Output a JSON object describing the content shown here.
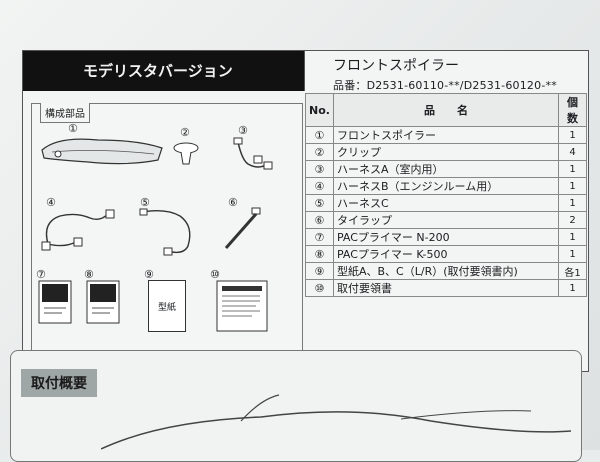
{
  "section_left": "モデリスタバージョン",
  "product": {
    "name": "フロントスポイラー",
    "part_number": "品番：D2531-60110-**/D2531-60120-**"
  },
  "parts_box_label": "構成部品",
  "parts_numbers": [
    "①",
    "②",
    "③",
    "④",
    "⑤",
    "⑥",
    "⑦",
    "⑧",
    "⑨",
    "⑩"
  ],
  "paper_item_label": "型紙",
  "table": {
    "headers": [
      "No.",
      "品　　名",
      "個数"
    ],
    "rows": [
      {
        "no": "①",
        "name": "フロントスポイラー",
        "qty": "1"
      },
      {
        "no": "②",
        "name": "クリップ",
        "qty": "4"
      },
      {
        "no": "③",
        "name": "ハーネスA（室内用）",
        "qty": "1"
      },
      {
        "no": "④",
        "name": "ハーネスB（エンジンルーム用）",
        "qty": "1"
      },
      {
        "no": "⑤",
        "name": "ハーネスC",
        "qty": "1"
      },
      {
        "no": "⑥",
        "name": "タイラップ",
        "qty": "2"
      },
      {
        "no": "⑦",
        "name": "PACプライマー N-200",
        "qty": "1"
      },
      {
        "no": "⑧",
        "name": "PACプライマー K-500",
        "qty": "1"
      },
      {
        "no": "⑨",
        "name": "型紙A、B、C（L/R）(取付要領書内)",
        "qty": "各1"
      },
      {
        "no": "⑩",
        "name": "取付要領書",
        "qty": "1"
      }
    ]
  },
  "lower_title": "取付概要"
}
